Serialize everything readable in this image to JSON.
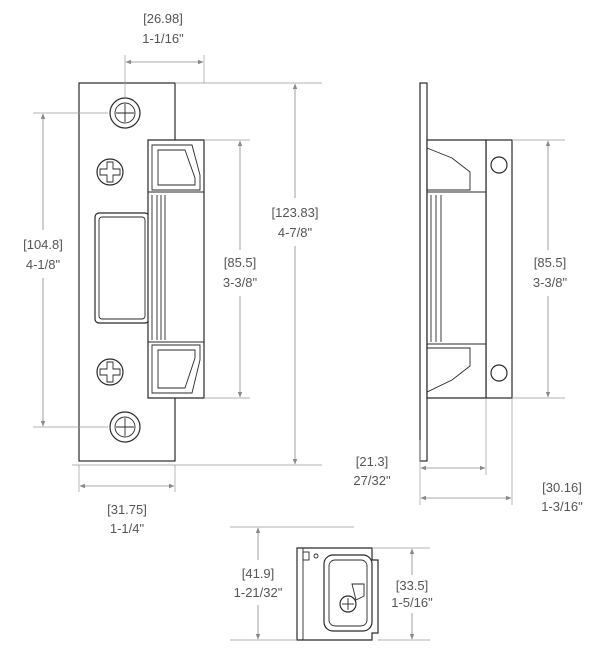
{
  "dimensions": {
    "front_hole_spacing": {
      "mm": "[26.98]",
      "inch": "1-1/16\""
    },
    "front_faceplate_length": {
      "mm": "[123.83]",
      "inch": "4-7/8\""
    },
    "front_screw_spacing": {
      "mm": "[104.8]",
      "inch": "4-1/8\""
    },
    "front_keeper_height": {
      "mm": "[85.5]",
      "inch": "3-3/8\""
    },
    "front_faceplate_width": {
      "mm": "[31.75]",
      "inch": "1-1/4\""
    },
    "side_body_height": {
      "mm": "[85.5]",
      "inch": "3-3/8\""
    },
    "side_keeper_depth": {
      "mm": "[21.3]",
      "inch": "27/32\""
    },
    "side_total_depth": {
      "mm": "[30.16]",
      "inch": "1-3/16\""
    },
    "end_total_height": {
      "mm": "[41.9]",
      "inch": "1-21/32\""
    },
    "end_body_height": {
      "mm": "[33.5]",
      "inch": "1-5/16\""
    }
  },
  "colors": {
    "outline": "#2a2a2a",
    "dimension_line": "#8a8a8a",
    "dimension_text": "#555555",
    "background": "#ffffff"
  }
}
